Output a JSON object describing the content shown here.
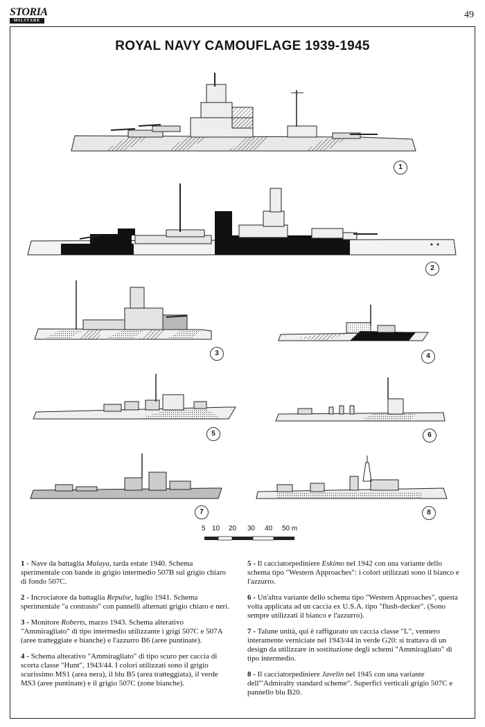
{
  "header": {
    "logo_main": "STORIA",
    "logo_sub": "MILITARE",
    "page_number": "49"
  },
  "title": "ROYAL NAVY CAMOUFLAGE 1939-1945",
  "figure_numbers": [
    "1",
    "2",
    "3",
    "4",
    "5",
    "6",
    "7",
    "8"
  ],
  "scale": {
    "labels": [
      "5",
      "10",
      "20",
      "30",
      "40",
      "50 m"
    ]
  },
  "captions": [
    {
      "num": "1 -",
      "parts": [
        {
          "t": " Nave da battaglia "
        },
        {
          "t": "Malaya",
          "i": true
        },
        {
          "t": ", tarda estate 1940. Schema sperimentale con bande in grigio intermedio 507B sul grigio chiaro di fondo 507C."
        }
      ]
    },
    {
      "num": "2 -",
      "parts": [
        {
          "t": " Incrociatore da battaglia "
        },
        {
          "t": "Repulse",
          "i": true
        },
        {
          "t": ", luglio 1941. Schema sperimentale \"a contrasto\" con pannelli alternati grigio chiaro e neri."
        }
      ]
    },
    {
      "num": "3 -",
      "parts": [
        {
          "t": " Monitore "
        },
        {
          "t": "Roberts",
          "i": true
        },
        {
          "t": ", marzo 1943. Schema alterativo \"Ammiragliato\" di tipo intermedio utilizzante i grigi 507C e 507A (aree tratteggiate e bianche) e l'azzurro B6 (aree puntinate)."
        }
      ]
    },
    {
      "num": "4 -",
      "parts": [
        {
          "t": " Schema alterativo \"Ammiragliato\" di tipo scuro per caccia di scorta classe \"Hunt\", 1943/44. I colori utilizzati sono il grigio scurissimo MS1 (area nera), il blu B5 (area tratteggiata), il verde MS3 (aree puntinate) e il grigio 507C (zone bianche)."
        }
      ]
    },
    {
      "num": "5 -",
      "parts": [
        {
          "t": " Il cacciatorpediniere "
        },
        {
          "t": "Eskimo",
          "i": true
        },
        {
          "t": " nel 1942 con una variante dello schema tipo \"Western Approaches\": i colori utilizzati sono il bianco e l'azzurro."
        }
      ]
    },
    {
      "num": "6 -",
      "parts": [
        {
          "t": " Un'altra variante dello schema tipo \"Western Approaches\", questa volta applicata ad un caccia ex U.S.A. tipo \"flush-decker\". (Sono sempre utilizzati il bianco e l'azzurro)."
        }
      ]
    },
    {
      "num": "7 -",
      "parts": [
        {
          "t": " Talune unità, qui è raffigurato un caccia classe \"L\", vennero interamente verniciate nel 1943/44 in verde G20: si trattava di un design da utilizzare in sostituzione degli schemi \"Ammiragliato\" di tipo intermedio."
        }
      ]
    },
    {
      "num": "8 -",
      "parts": [
        {
          "t": " Il cacciatorpediniere "
        },
        {
          "t": "Javelin",
          "i": true
        },
        {
          "t": " nel 1945 con una variante dell'\"Admiralty standard scheme\". Superfici verticali grigio 507C e pannello blu B20."
        }
      ]
    }
  ]
}
